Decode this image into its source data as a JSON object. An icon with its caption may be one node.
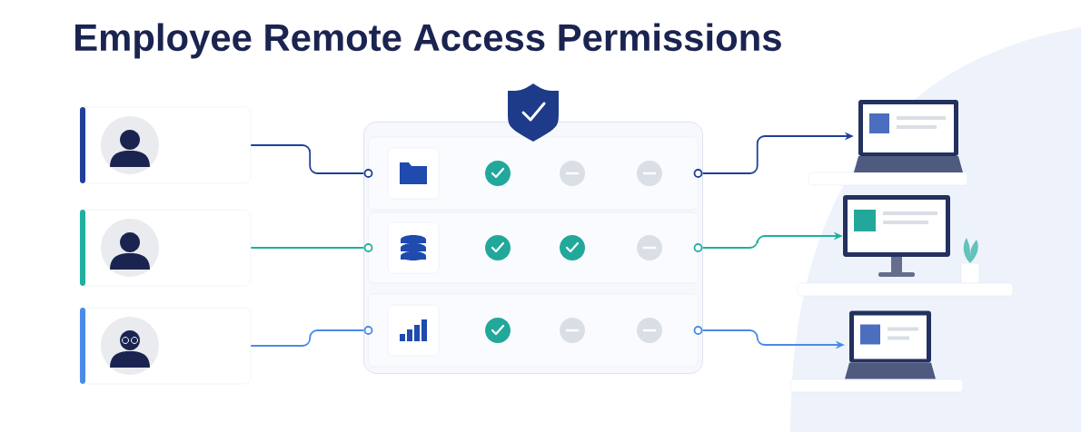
{
  "diagram": {
    "title": "Employee Remote Access Permissions",
    "nodes": [
      {
        "text": [],
        "shape": "box"
      },
      {
        "text": [],
        "shape": "box"
      },
      {
        "text": [],
        "shape": "box"
      },
      {
        "text": [],
        "shape": "box"
      },
      {
        "text": [],
        "shape": "box",
        "in": 3
      },
      {
        "text": [],
        "shape": "box",
        "in": 3
      },
      {
        "text": [],
        "shape": "box",
        "in": 3
      },
      {
        "text": [],
        "shape": "picture"
      },
      {
        "text": [],
        "shape": "picture"
      },
      {
        "text": [],
        "shape": "picture"
      }
    ],
    "edges": [
      {
        "from": 0,
        "to": 4,
        "arrow": "none",
        "color": "#1f3f99"
      },
      {
        "from": 1,
        "to": 5,
        "arrow": "none",
        "color": "#1fb0a0"
      },
      {
        "from": 2,
        "to": 6,
        "arrow": "none",
        "color": "#4a8ae8"
      },
      {
        "from": 4,
        "to": 7,
        "arrow": "to",
        "color": "#1f3f99"
      },
      {
        "from": 5,
        "to": 8,
        "arrow": "to",
        "color": "#1fb0a0"
      },
      {
        "from": 6,
        "to": 9,
        "arrow": "to",
        "color": "#4a8ae8"
      }
    ]
  }
}
